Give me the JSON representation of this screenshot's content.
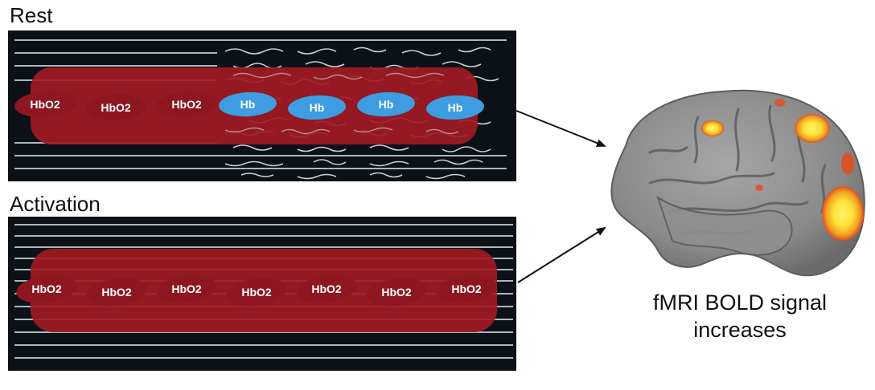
{
  "rest": {
    "title": "Rest",
    "oxy_cells": [
      "HbO2",
      "HbO2",
      "HbO2"
    ],
    "deoxy_cells": [
      "Hb",
      "Hb",
      "Hb",
      "Hb"
    ]
  },
  "activation": {
    "title": "Activation",
    "oxy_cells": [
      "HbO2",
      "HbO2",
      "HbO2",
      "HbO2",
      "HbO2",
      "HbO2",
      "HbO2"
    ]
  },
  "caption": {
    "line1": "fMRI BOLD signal",
    "line2": "increases"
  },
  "colors": {
    "panel_bg": "#0c1117",
    "vessel": "#a11a24",
    "oxy_cell": "#8e1620",
    "deoxy_cell": "#3d9de0",
    "activation_hot": "#ffe23a",
    "activation_warm": "#e84a1c"
  }
}
